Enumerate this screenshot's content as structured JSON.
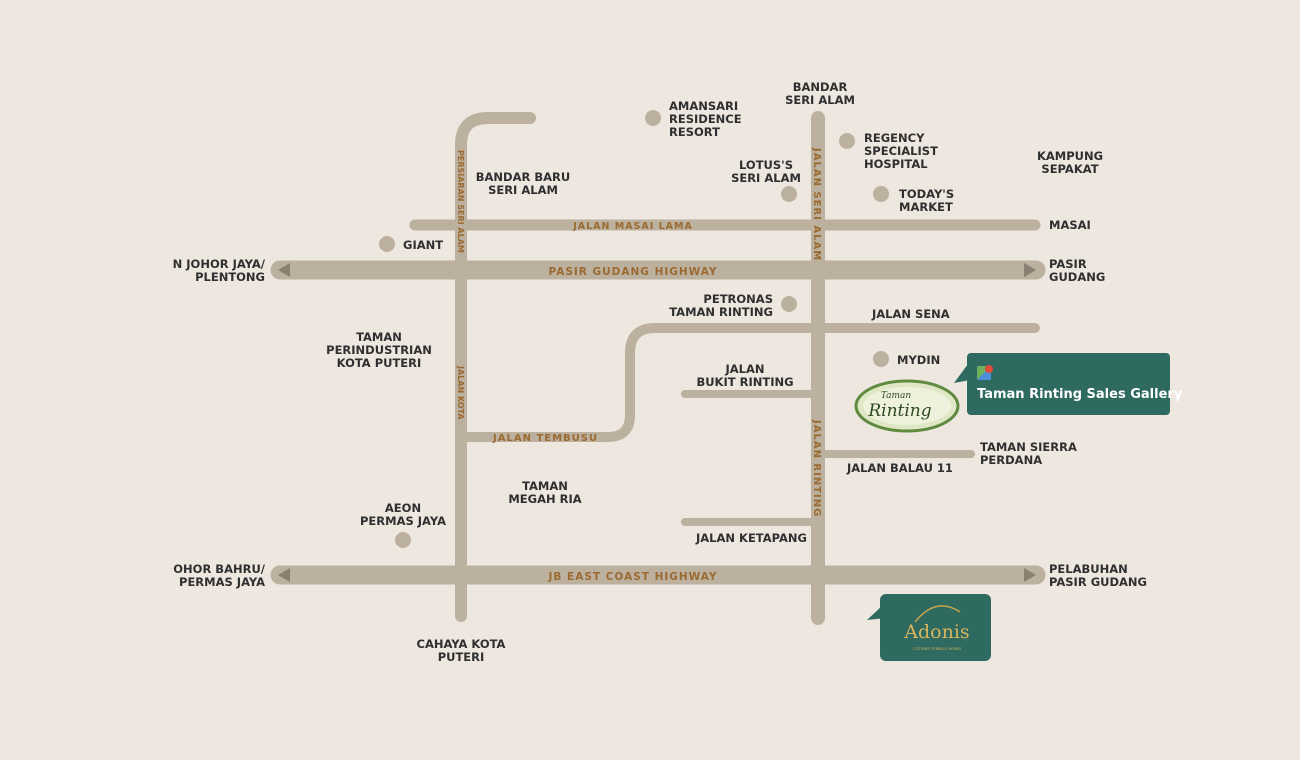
{
  "roads": {
    "persiaran_seri_alam": "PERSIARAN SERI ALAM",
    "jalan_kota": "JALAN KOTA",
    "jalan_masai_lama": "JALAN MASAI LAMA",
    "pasir_gudang_highway": "PASIR GUDANG HIGHWAY",
    "jb_east_coast_highway": "JB EAST COAST HIGHWAY",
    "jalan_seri_alam": "JALAN SERI ALAM",
    "jalan_rinting": "JALAN RINTING",
    "jalan_tembusu": "JALAN TEMBUSU",
    "jalan_sena": "JALAN SENA",
    "jalan_bukit_rinting": [
      "JALAN",
      "BUKIT RINTING"
    ],
    "jalan_balau_11": "JALAN BALAU 11",
    "jalan_ketapang": "JALAN KETAPANG"
  },
  "places": {
    "bandar_seri_alam": [
      "BANDAR",
      "SERI ALAM"
    ],
    "amansari": [
      "AMANSARI",
      "RESIDENCE",
      "RESORT"
    ],
    "regency": [
      "REGENCY",
      "SPECIALIST",
      "HOSPITAL"
    ],
    "kampung_sepakat": [
      "KAMPUNG",
      "SEPAKAT"
    ],
    "bandar_baru": [
      "BANDAR BARU",
      "SERI ALAM"
    ],
    "lotus": [
      "LOTUS'S",
      "SERI ALAM"
    ],
    "todays_market": [
      "TODAY'S",
      "MARKET"
    ],
    "masai": "MASAI",
    "giant": "GIANT",
    "johor_jaya": [
      "N JOHOR JAYA/",
      "PLENTONG"
    ],
    "pasir_gudang": [
      "PASIR",
      "GUDANG"
    ],
    "petronas": [
      "PETRONAS",
      "TAMAN RINTING"
    ],
    "taman_perindustrian": [
      "TAMAN",
      "PERINDUSTRIAN",
      "KOTA PUTERI"
    ],
    "mydin": "MYDIN",
    "taman_sierra": [
      "TAMAN SIERRA",
      "PERDANA"
    ],
    "taman_megah_ria": [
      "TAMAN",
      "MEGAH RIA"
    ],
    "aeon": [
      "AEON",
      "PERMAS JAYA"
    ],
    "johor_bahru": [
      "OHOR BAHRU/",
      "PERMAS JAYA"
    ],
    "pelabuhan": [
      "PELABUHAN",
      "PASIR GUDANG"
    ],
    "cahaya_kota_puteri": [
      "CAHAYA KOTA",
      "PUTERI"
    ]
  },
  "callouts": {
    "sales_gallery": "Taman Rinting Sales Gallery",
    "taman_rinting_logo": [
      "Taman",
      "Rinting"
    ],
    "adonis_logo": "Adonis",
    "adonis_tagline": "2-STOREY TERRACE HOMES"
  },
  "colors": {
    "background": "#ede7e0",
    "road": "#bcb09f",
    "road_label": "#9b6a30",
    "callout": "#2e6a5f"
  }
}
